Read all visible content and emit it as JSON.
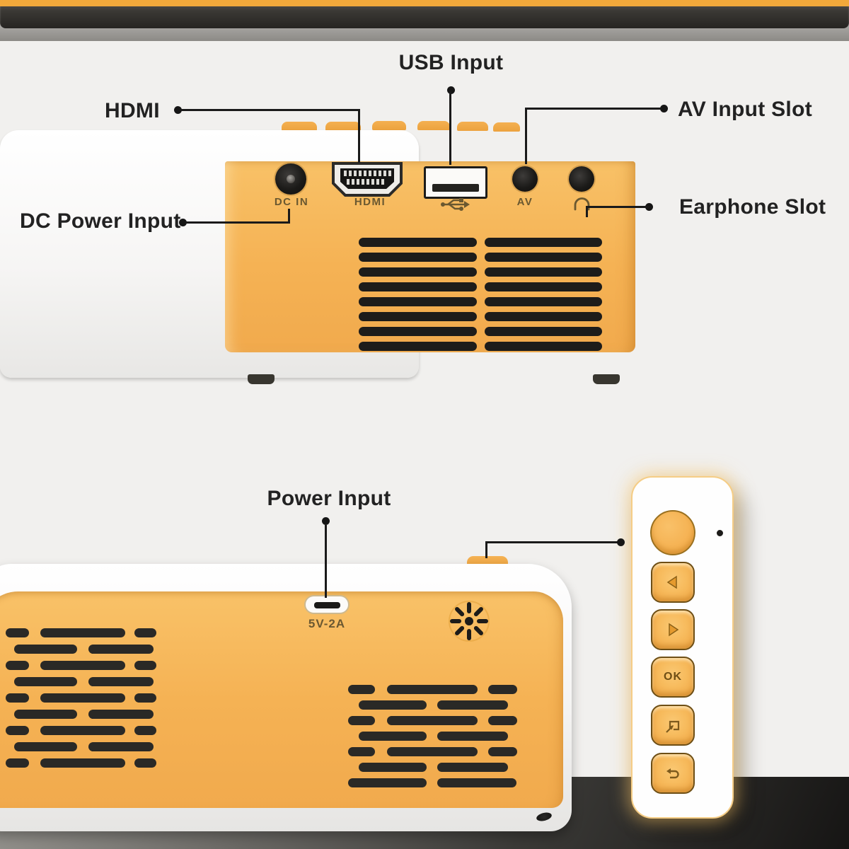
{
  "title": "Mini projector ports and remote annotated product image",
  "colors": {
    "background": "#f1f0ee",
    "body_orange": "#f5b254",
    "accent_strip": "#f2a93b",
    "callout_text": "#222222",
    "device_text": "#6a5830",
    "table_edge_dark": "#3a3834",
    "floor_dark": "#161514",
    "remote_glow": "#f5cd86",
    "vent_black": "#1d1c1a"
  },
  "top_scene": {
    "callouts": {
      "usb": "USB Input",
      "hdmi": "HDMI",
      "av": "AV Input Slot",
      "dc": "DC Power Input",
      "earphone": "Earphone Slot"
    },
    "ports": {
      "dc_label": "DC IN",
      "hdmi_label": "HDMI",
      "usb_icon": "usb-trident-icon",
      "av_label": "AV",
      "earphone_icon": "headphone-icon"
    }
  },
  "bottom_scene": {
    "callouts": {
      "power": "Power Input"
    },
    "power_port_label": "5V-2A",
    "speaker_icon": "speaker-star-icon",
    "remote": {
      "power_button_icon": "power-button",
      "ir_dot_icon": "ir-indicator-dot",
      "ok_label": "OK",
      "buttons": [
        "left-arrow",
        "right-arrow",
        "ok",
        "source",
        "back"
      ]
    }
  }
}
